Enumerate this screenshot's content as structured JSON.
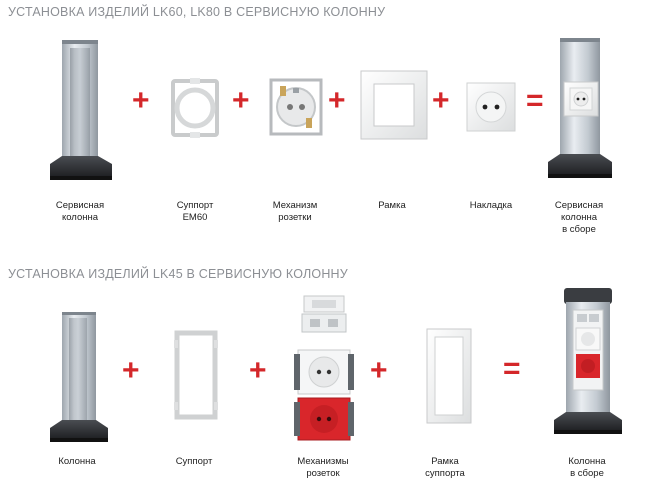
{
  "section1": {
    "title": "УСТАНОВКА ИЗДЕЛИЙ LK60, LK80 В СЕРВИСНУЮ КОЛОННУ",
    "operators": [
      "+",
      "+",
      "+",
      "+",
      "="
    ],
    "captions": [
      [
        "Сервисная",
        "колонна"
      ],
      [
        "Суппорт",
        "EM60"
      ],
      [
        "Механизм",
        "розетки"
      ],
      [
        "Рамка"
      ],
      [
        "Накладка"
      ],
      [
        "Сервисная",
        "колонна",
        "в сборе"
      ]
    ]
  },
  "section2": {
    "title": "УСТАНОВКА ИЗДЕЛИЙ LK45 В СЕРВИСНУЮ КОЛОННУ",
    "operators": [
      "+",
      "+",
      "+",
      "="
    ],
    "captions": [
      [
        "Колонна"
      ],
      [
        "Суппорт"
      ],
      [
        "Механизмы",
        "розеток"
      ],
      [
        "Рамка",
        "суппорта"
      ],
      [
        "Колонна",
        "в сборе"
      ]
    ]
  },
  "colors": {
    "title": "#8c8f94",
    "operator": "#d4272a",
    "socket_red": "#d9262b"
  },
  "icons": [
    "service-column-icon",
    "support-em60-icon",
    "socket-mechanism-icon",
    "frame-icon",
    "cover-plate-icon",
    "assembled-column-icon",
    "column-icon",
    "support-frame-icon",
    "socket-modules-icon",
    "support-frame-cover-icon",
    "assembled-column-lk45-icon"
  ]
}
